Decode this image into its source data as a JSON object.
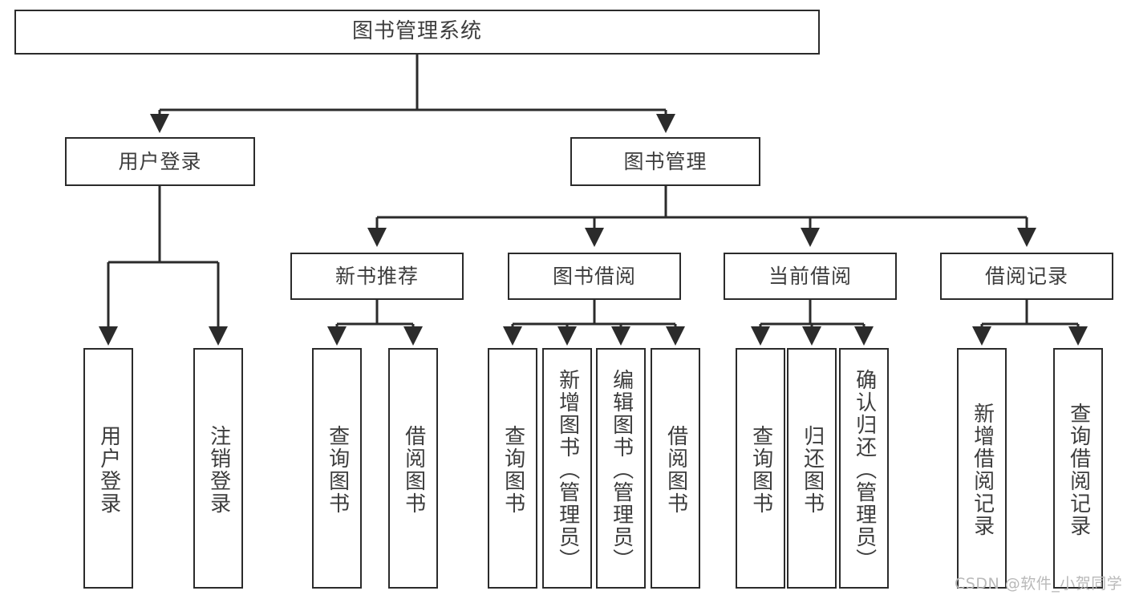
{
  "diagram": {
    "title": "图书管理系统",
    "type": "tree-hierarchy",
    "watermark": "CSDN @软件_小贺同学",
    "colors": {
      "box_border": "#2b2b2b",
      "box_fill": "#ffffff",
      "text": "#3d3d3d",
      "edge": "#2b2b2b",
      "watermark": "#b9b9b9"
    },
    "levels": {
      "root": {
        "label": "图书管理系统"
      },
      "level2": [
        {
          "label": "用户登录"
        },
        {
          "label": "图书管理"
        }
      ],
      "level3": [
        {
          "label": "新书推荐"
        },
        {
          "label": "图书借阅"
        },
        {
          "label": "当前借阅"
        },
        {
          "label": "借阅记录"
        }
      ],
      "leaves": [
        {
          "label": "用户登录",
          "parent": "用户登录"
        },
        {
          "label": "注销登录",
          "parent": "用户登录"
        },
        {
          "label": "查询图书",
          "parent": "新书推荐"
        },
        {
          "label": "借阅图书",
          "parent": "新书推荐"
        },
        {
          "label": "查询图书",
          "parent": "图书借阅"
        },
        {
          "label": "新增图书（管理员）",
          "parent": "图书借阅"
        },
        {
          "label": "编辑图书（管理员）",
          "parent": "图书借阅"
        },
        {
          "label": "借阅图书",
          "parent": "图书借阅"
        },
        {
          "label": "查询图书",
          "parent": "当前借阅"
        },
        {
          "label": "归还图书",
          "parent": "当前借阅"
        },
        {
          "label": "确认归还（管理员）",
          "parent": "当前借阅"
        },
        {
          "label": "新增借阅记录",
          "parent": "借阅记录"
        },
        {
          "label": "查询借阅记录",
          "parent": "借阅记录"
        }
      ]
    }
  }
}
